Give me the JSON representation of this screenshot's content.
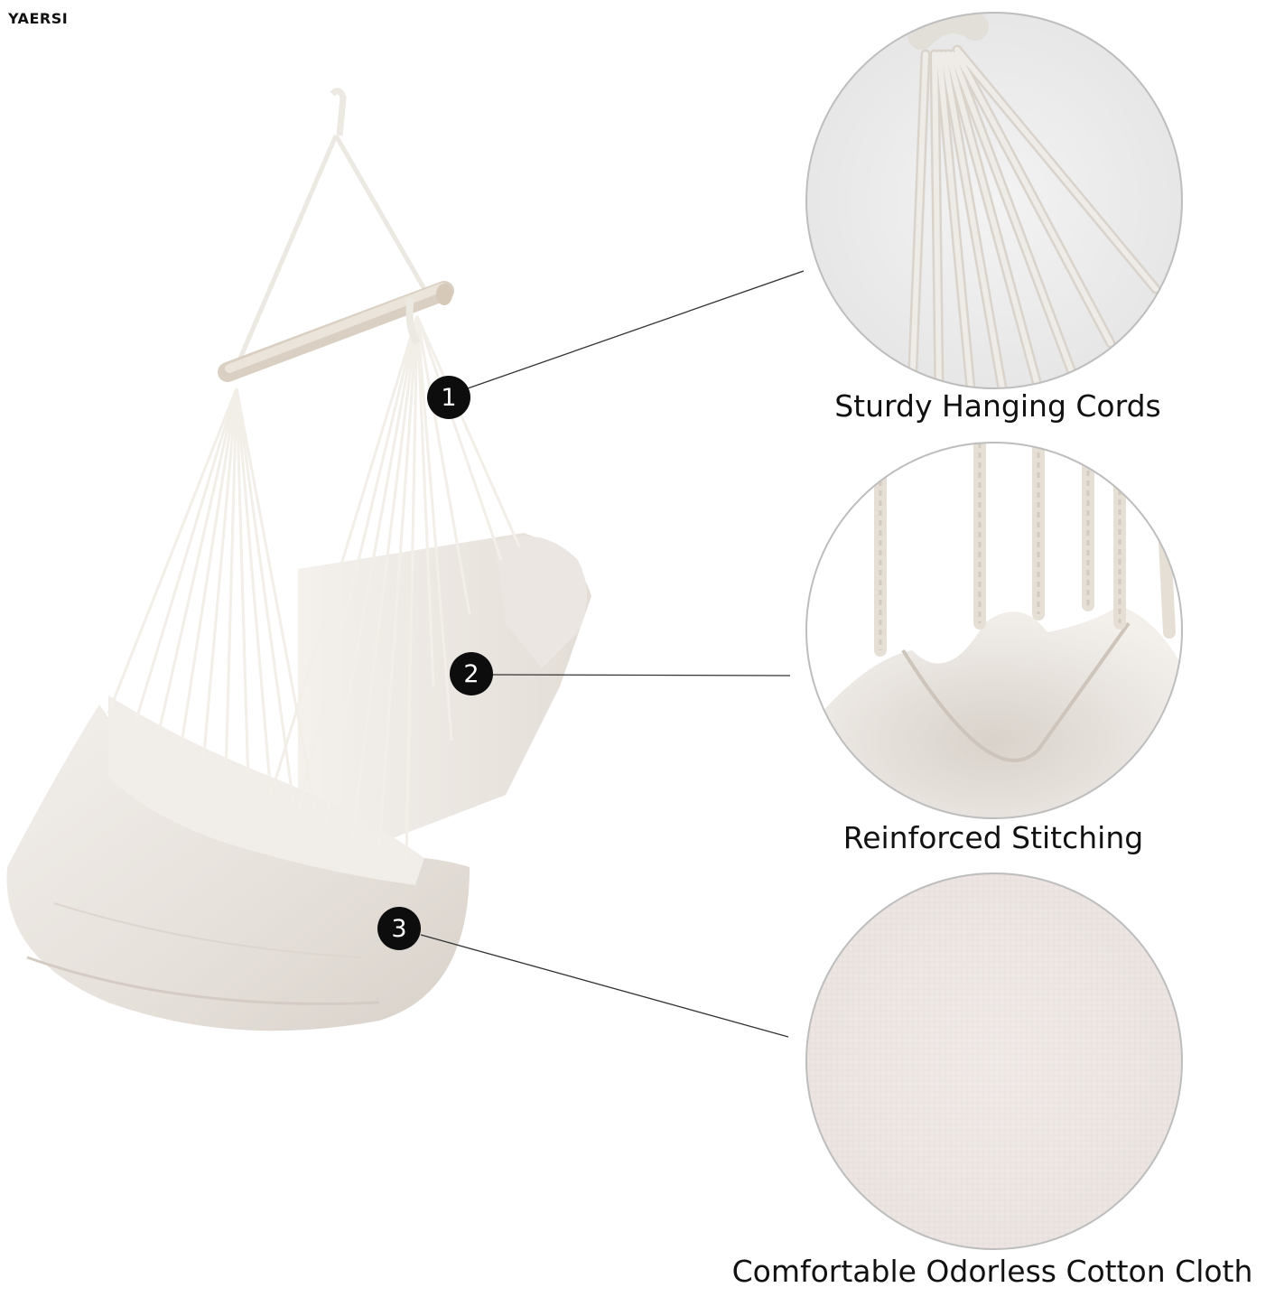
{
  "brand": "YAERSI",
  "features": [
    {
      "number": "1",
      "caption": "Sturdy Hanging Cords"
    },
    {
      "number": "2",
      "caption": "Reinforced Stitching"
    },
    {
      "number": "3",
      "caption": "Comfortable Odorless Cotton Cloth"
    }
  ],
  "colors": {
    "fabric": "#e9e4df",
    "cord": "#f1ede6",
    "bar": "#e3dbd0",
    "badge": "#0d0d0d",
    "leader_line": "#333333"
  }
}
